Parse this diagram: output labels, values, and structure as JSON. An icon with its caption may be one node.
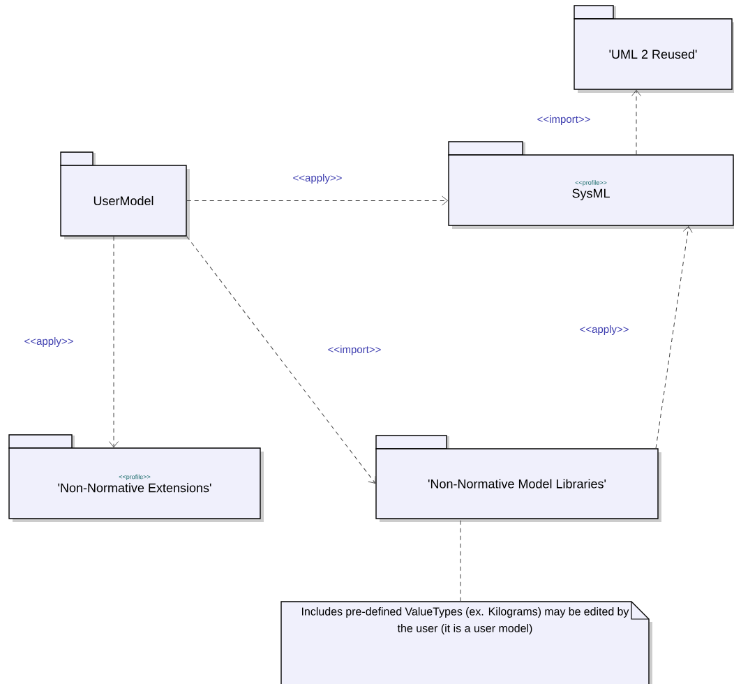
{
  "diagram": {
    "nodes": [
      {
        "text": [
          "UserModel"
        ]
      },
      {
        "text": [
          "<<profile>>",
          "SysML"
        ]
      },
      {
        "text": [
          "'UML 2 Reused'"
        ]
      },
      {
        "text": [
          "<<profile>>",
          "'Non-Normative Extensions'"
        ]
      },
      {
        "text": [
          "'Non-Normative Model Libraries'"
        ]
      },
      {
        "text": [
          "Includes pre-defined ValueTypes (ex. Kilograms) may be edited by the user (it is a user model)"
        ]
      }
    ],
    "edges": [
      {
        "from": 0,
        "to": 1,
        "arrow": "to",
        "label": "<<apply>>"
      },
      {
        "from": 1,
        "to": 2,
        "arrow": "to",
        "label": "<<import>>"
      },
      {
        "from": 0,
        "to": 3,
        "arrow": "to",
        "label": "<<apply>>"
      },
      {
        "from": 0,
        "to": 4,
        "arrow": "to",
        "label": "<<import>>"
      },
      {
        "from": 4,
        "to": 1,
        "arrow": "to",
        "label": "<<apply>>"
      },
      {
        "from": 5,
        "to": 4,
        "arrow": "none"
      }
    ]
  }
}
